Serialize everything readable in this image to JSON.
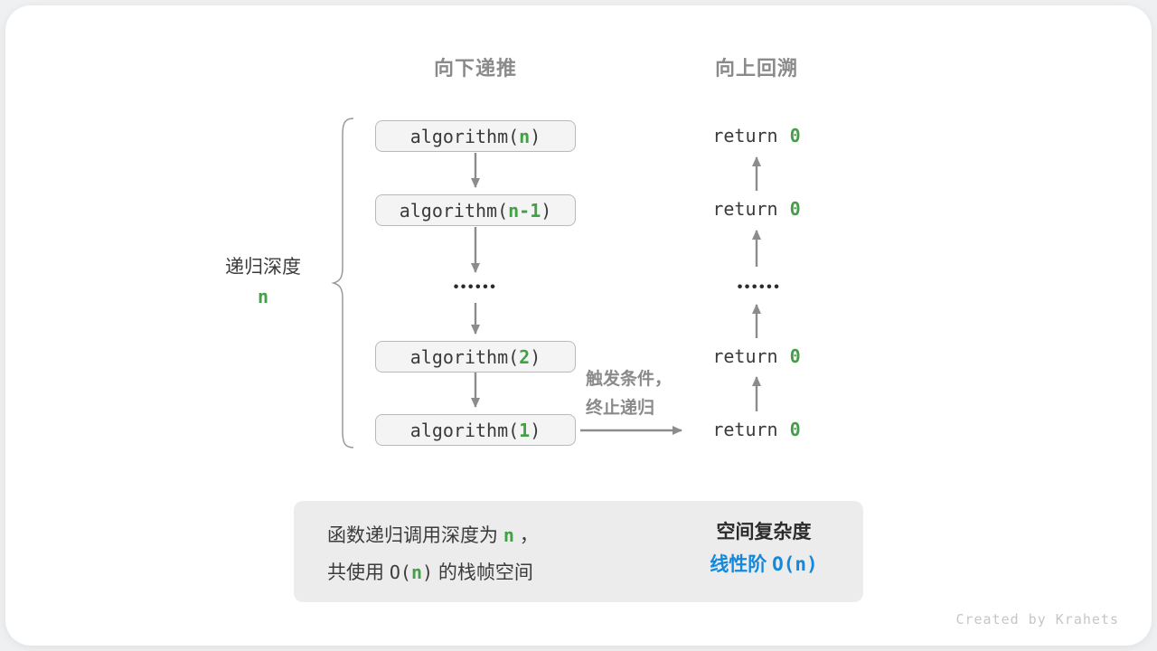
{
  "colors": {
    "green_accent": "#43a047",
    "blue_accent": "#1389dd",
    "arrow_gray": "#8c8c8c",
    "header_gray": "#8a8a8a",
    "box_fill": "#f4f4f4",
    "box_border": "#b9b9b9",
    "summary_bg": "#ececec",
    "block_arrow_gray": "#bababa"
  },
  "headers": {
    "down": "向下递推",
    "up": "向上回溯"
  },
  "depth": {
    "label": "递归深度",
    "value": "n"
  },
  "call_stack": [
    {
      "pre": "algorithm(",
      "arg": "n",
      "post": ")"
    },
    {
      "pre": "algorithm(",
      "arg": "n-1",
      "post": ")"
    },
    {
      "pre": "algorithm(",
      "arg": "2",
      "post": ")"
    },
    {
      "pre": "algorithm(",
      "arg": "1",
      "post": ")"
    }
  ],
  "ellipsis": {
    "text": "••••••"
  },
  "returns": [
    {
      "kw": "return",
      "val": "0"
    },
    {
      "kw": "return",
      "val": "0"
    },
    {
      "kw": "return",
      "val": "0"
    },
    {
      "kw": "return",
      "val": "0"
    }
  ],
  "trigger": {
    "line1": "触发条件，",
    "line2": "终止递归"
  },
  "summary": {
    "line1": {
      "pre": "函数递归调用深度为",
      "value": "n",
      "post": "，"
    },
    "line2": {
      "pre": "共使用",
      "o_open": "O(",
      "value": "n",
      "o_close": ")",
      "post": "的栈帧空间"
    },
    "right": {
      "title": "空间复杂度",
      "label": "线性阶",
      "complexity": "O(n)"
    }
  },
  "footer": {
    "credit": "Created by Krahets"
  }
}
